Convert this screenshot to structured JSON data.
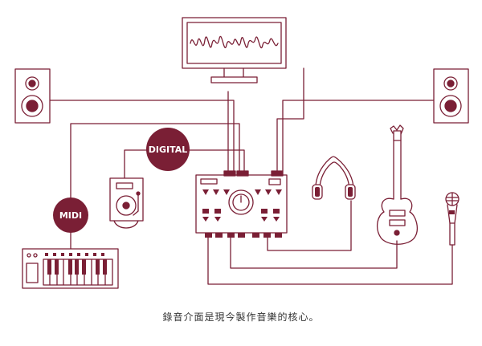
{
  "caption": "錄音介面是現今製作音樂的核心。",
  "labels": {
    "digital": "DIGITAL",
    "midi": "MIDI"
  },
  "colors": {
    "accent": "#7a1f35",
    "line": "#7a1f35",
    "background": "#ffffff",
    "caption_text": "#333333"
  },
  "devices": [
    "monitor-display",
    "left-speaker",
    "right-speaker",
    "turntable",
    "audio-interface",
    "headphones",
    "electric-guitar",
    "microphone",
    "midi-keyboard"
  ]
}
